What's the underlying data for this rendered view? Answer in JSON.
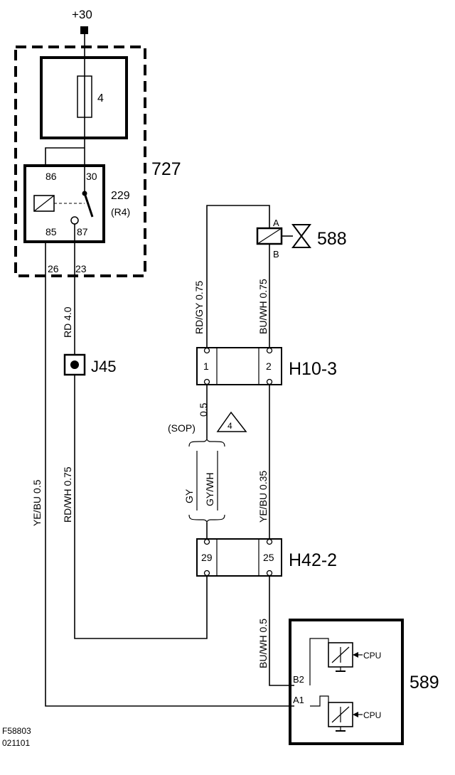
{
  "supply": {
    "label": "+30"
  },
  "fuse": {
    "number": "4"
  },
  "relay_module": {
    "id": "727"
  },
  "relay": {
    "pin_86": "86",
    "pin_30": "30",
    "pin_85": "85",
    "pin_87": "87",
    "id": "229",
    "sub_id": "(R4)",
    "out_left": "26",
    "out_right": "23"
  },
  "wires": {
    "rd": "RD  4.0",
    "rdgy": "RD/GY  0.75",
    "buwh_top": "BU/WH  0.75",
    "yebu_left": "YE/BU  0.5",
    "rdwh": "RD/WH  0.75",
    "sop_size": "0.5",
    "sop": "(SOP)",
    "gy": "GY",
    "gywh": "GY/WH",
    "yebu_mid": "YE/BU  0.35",
    "buwh_bottom": "BU/WH  0.5"
  },
  "splice": {
    "id": "J45"
  },
  "valve": {
    "id": "588",
    "pin_a": "A",
    "pin_b": "B"
  },
  "connector_h10": {
    "id": "H10-3",
    "pin1": "1",
    "pin2": "2"
  },
  "connector_h42": {
    "id": "H42-2",
    "pin1": "29",
    "pin2": "25"
  },
  "note": {
    "number": "4"
  },
  "control_unit": {
    "id": "589",
    "pin_b2": "B2",
    "pin_a1": "A1",
    "cpu": "CPU"
  },
  "footer": {
    "fig": "F58803",
    "date": "021101"
  }
}
